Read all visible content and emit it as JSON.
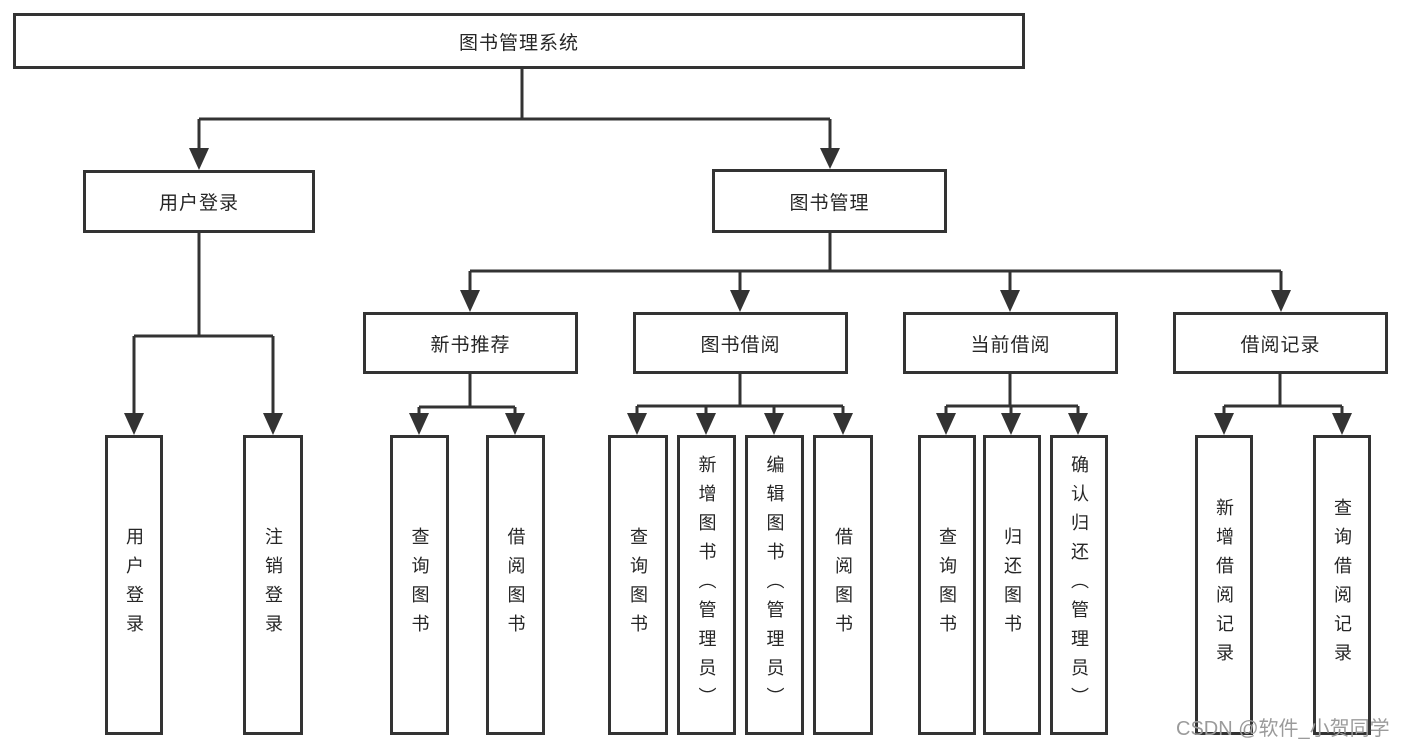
{
  "diagram": {
    "title": "图书管理系统",
    "type": "hierarchy-tree",
    "colors": {
      "background": "#ffffff",
      "line": "#333333",
      "box_border": "#333333",
      "text": "#262626",
      "watermark": "#9b9b9b"
    },
    "tree": {
      "root": {
        "label": "图书管理系统"
      },
      "level2": [
        {
          "label": "用户登录"
        },
        {
          "label": "图书管理"
        }
      ],
      "level3": [
        {
          "label": "新书推荐",
          "parent": "图书管理"
        },
        {
          "label": "图书借阅",
          "parent": "图书管理"
        },
        {
          "label": "当前借阅",
          "parent": "图书管理"
        },
        {
          "label": "借阅记录",
          "parent": "图书管理"
        }
      ],
      "leaves": [
        {
          "label": "用户登录",
          "parent": "用户登录"
        },
        {
          "label": "注销登录",
          "parent": "用户登录"
        },
        {
          "label": "查询图书",
          "parent": "新书推荐"
        },
        {
          "label": "借阅图书",
          "parent": "新书推荐"
        },
        {
          "label": "查询图书",
          "parent": "图书借阅"
        },
        {
          "label": "新增图书（管理员）",
          "parent": "图书借阅"
        },
        {
          "label": "编辑图书（管理员）",
          "parent": "图书借阅"
        },
        {
          "label": "借阅图书",
          "parent": "图书借阅"
        },
        {
          "label": "查询图书",
          "parent": "当前借阅"
        },
        {
          "label": "归还图书",
          "parent": "当前借阅"
        },
        {
          "label": "确认归还（管理员）",
          "parent": "当前借阅"
        },
        {
          "label": "新增借阅记录",
          "parent": "借阅记录"
        },
        {
          "label": "查询借阅记录",
          "parent": "借阅记录"
        }
      ]
    },
    "watermark": {
      "text": "CSDN @软件_小贺同学"
    }
  }
}
